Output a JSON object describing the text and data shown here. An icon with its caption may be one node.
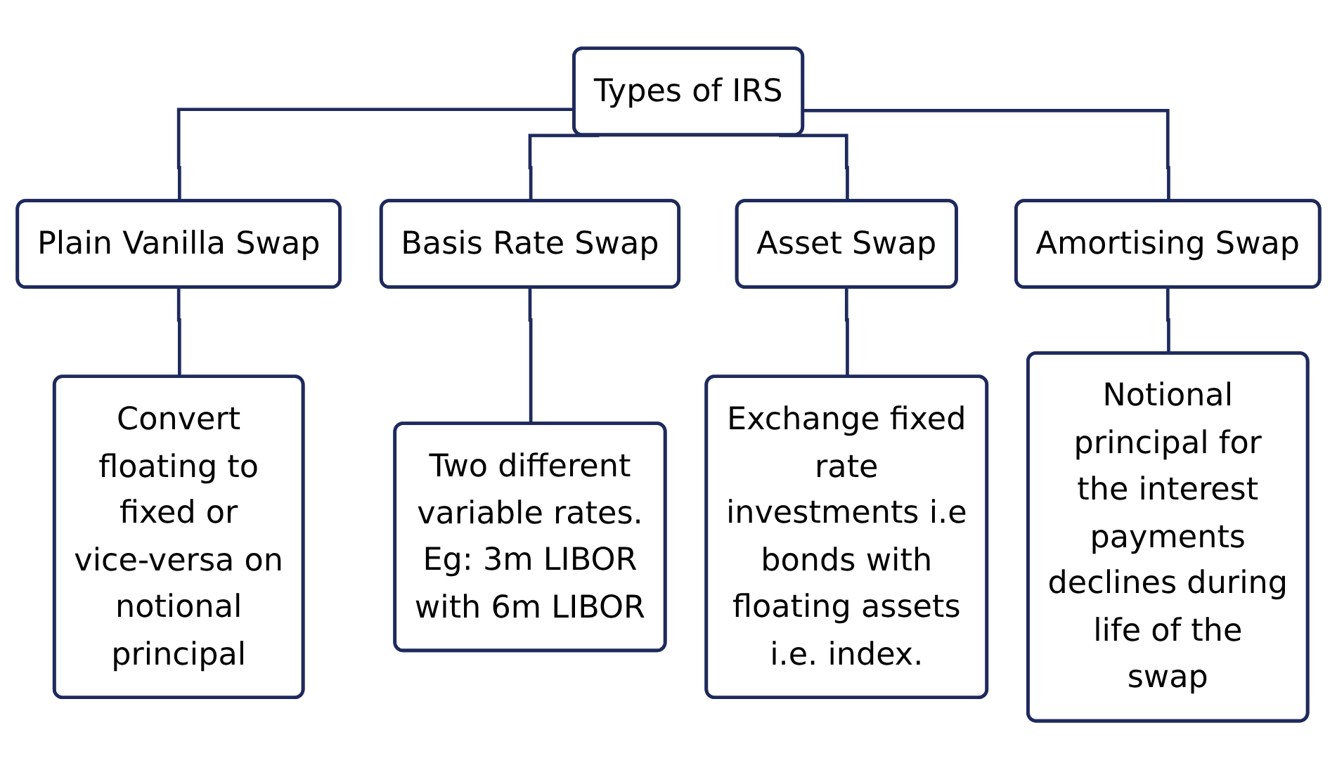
{
  "diagram": {
    "nodes": [
      {
        "text": [
          "Types of IRS"
        ]
      },
      {
        "text": [
          "Plain Vanilla Swap"
        ]
      },
      {
        "text": [
          "Basis Rate Swap"
        ]
      },
      {
        "text": [
          "Asset Swap"
        ]
      },
      {
        "text": [
          "Amortising Swap"
        ]
      },
      {
        "text": [
          "Convert floating to fixed or vice-versa on notional principal"
        ]
      },
      {
        "text": [
          "Two different variable rates. Eg: 3m LIBOR with 6m LIBOR"
        ]
      },
      {
        "text": [
          "Exchange fixed rate investments i.e bonds with floating assets i.e. index."
        ]
      },
      {
        "text": [
          "Notional principal for the interest payments declines during life of the swap"
        ]
      }
    ],
    "edges": [
      {
        "from": 0,
        "to": 1,
        "arrow": "none"
      },
      {
        "from": 0,
        "to": 2,
        "arrow": "none"
      },
      {
        "from": 0,
        "to": 3,
        "arrow": "none"
      },
      {
        "from": 0,
        "to": 4,
        "arrow": "none"
      },
      {
        "from": 1,
        "to": 5,
        "arrow": "none"
      },
      {
        "from": 2,
        "to": 6,
        "arrow": "none"
      },
      {
        "from": 3,
        "to": 7,
        "arrow": "none"
      },
      {
        "from": 4,
        "to": 8,
        "arrow": "none"
      }
    ]
  }
}
